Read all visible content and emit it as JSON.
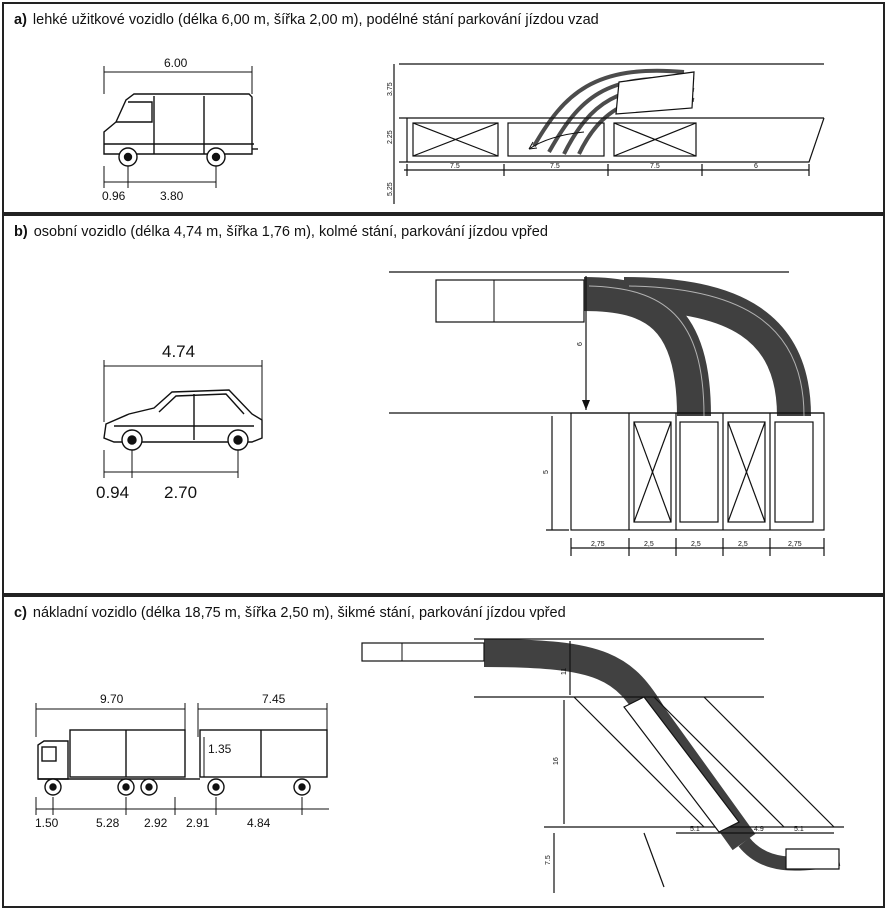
{
  "panels": [
    {
      "letter": "a)",
      "caption": "lehké užitkové vozidlo (délka 6,00 m, šířka 2,00 m), podélné stání parkování jízdou vzad",
      "vehicle_dims": {
        "length": "6.00",
        "front_overhang": "0.96",
        "wheelbase": "3.80"
      },
      "layout_dims": {
        "top_margin": "3.75",
        "stall_width": "2.25",
        "bottom_margin": "5.25",
        "stalls": [
          "7.5",
          "7.5",
          "7.5",
          "6"
        ]
      }
    },
    {
      "letter": "b)",
      "caption": "osobní vozidlo (délka 4,74 m, šířka 1,76 m), kolmé stání, parkování jízdou vpřed",
      "vehicle_dims": {
        "length": "4.74",
        "front_overhang": "0.94",
        "wheelbase": "2.70"
      },
      "layout_dims": {
        "aisle": "6",
        "stall_depth": "5",
        "stalls": [
          "2,75",
          "2,5",
          "2,5",
          "2,5",
          "2,75"
        ]
      }
    },
    {
      "letter": "c)",
      "caption": "nákladní vozidlo (délka 18,75 m, šířka 2,50 m), šikmé stání, parkování jízdou vpřed",
      "vehicle_dims": {
        "truck_length": "9.70",
        "trailer_length": "7.45",
        "height_mark": "1.35",
        "segments": [
          "1.50",
          "5.28",
          "2.92",
          "2.91",
          "4.84"
        ]
      },
      "layout_dims": {
        "aisle": "11",
        "stall_depth": "16",
        "bottom": "7.5",
        "stalls": [
          "5.1",
          "4.9",
          "5.1"
        ]
      }
    }
  ],
  "colors": {
    "ink": "#111111",
    "border": "#222222"
  }
}
